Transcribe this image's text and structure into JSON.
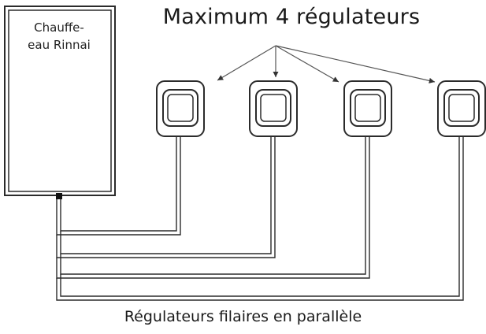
{
  "title": "Maximum 4 régulateurs",
  "heater": {
    "line1": "Chauffe-",
    "line2": "eau Rinnai"
  },
  "caption": "Régulateurs filaires en parallèle",
  "controllers": [
    {
      "id": "regulateur-1"
    },
    {
      "id": "regulateur-2"
    },
    {
      "id": "regulateur-3"
    },
    {
      "id": "regulateur-4"
    }
  ],
  "colors": {
    "stroke": "#2b2b2b",
    "background": "#ffffff"
  }
}
